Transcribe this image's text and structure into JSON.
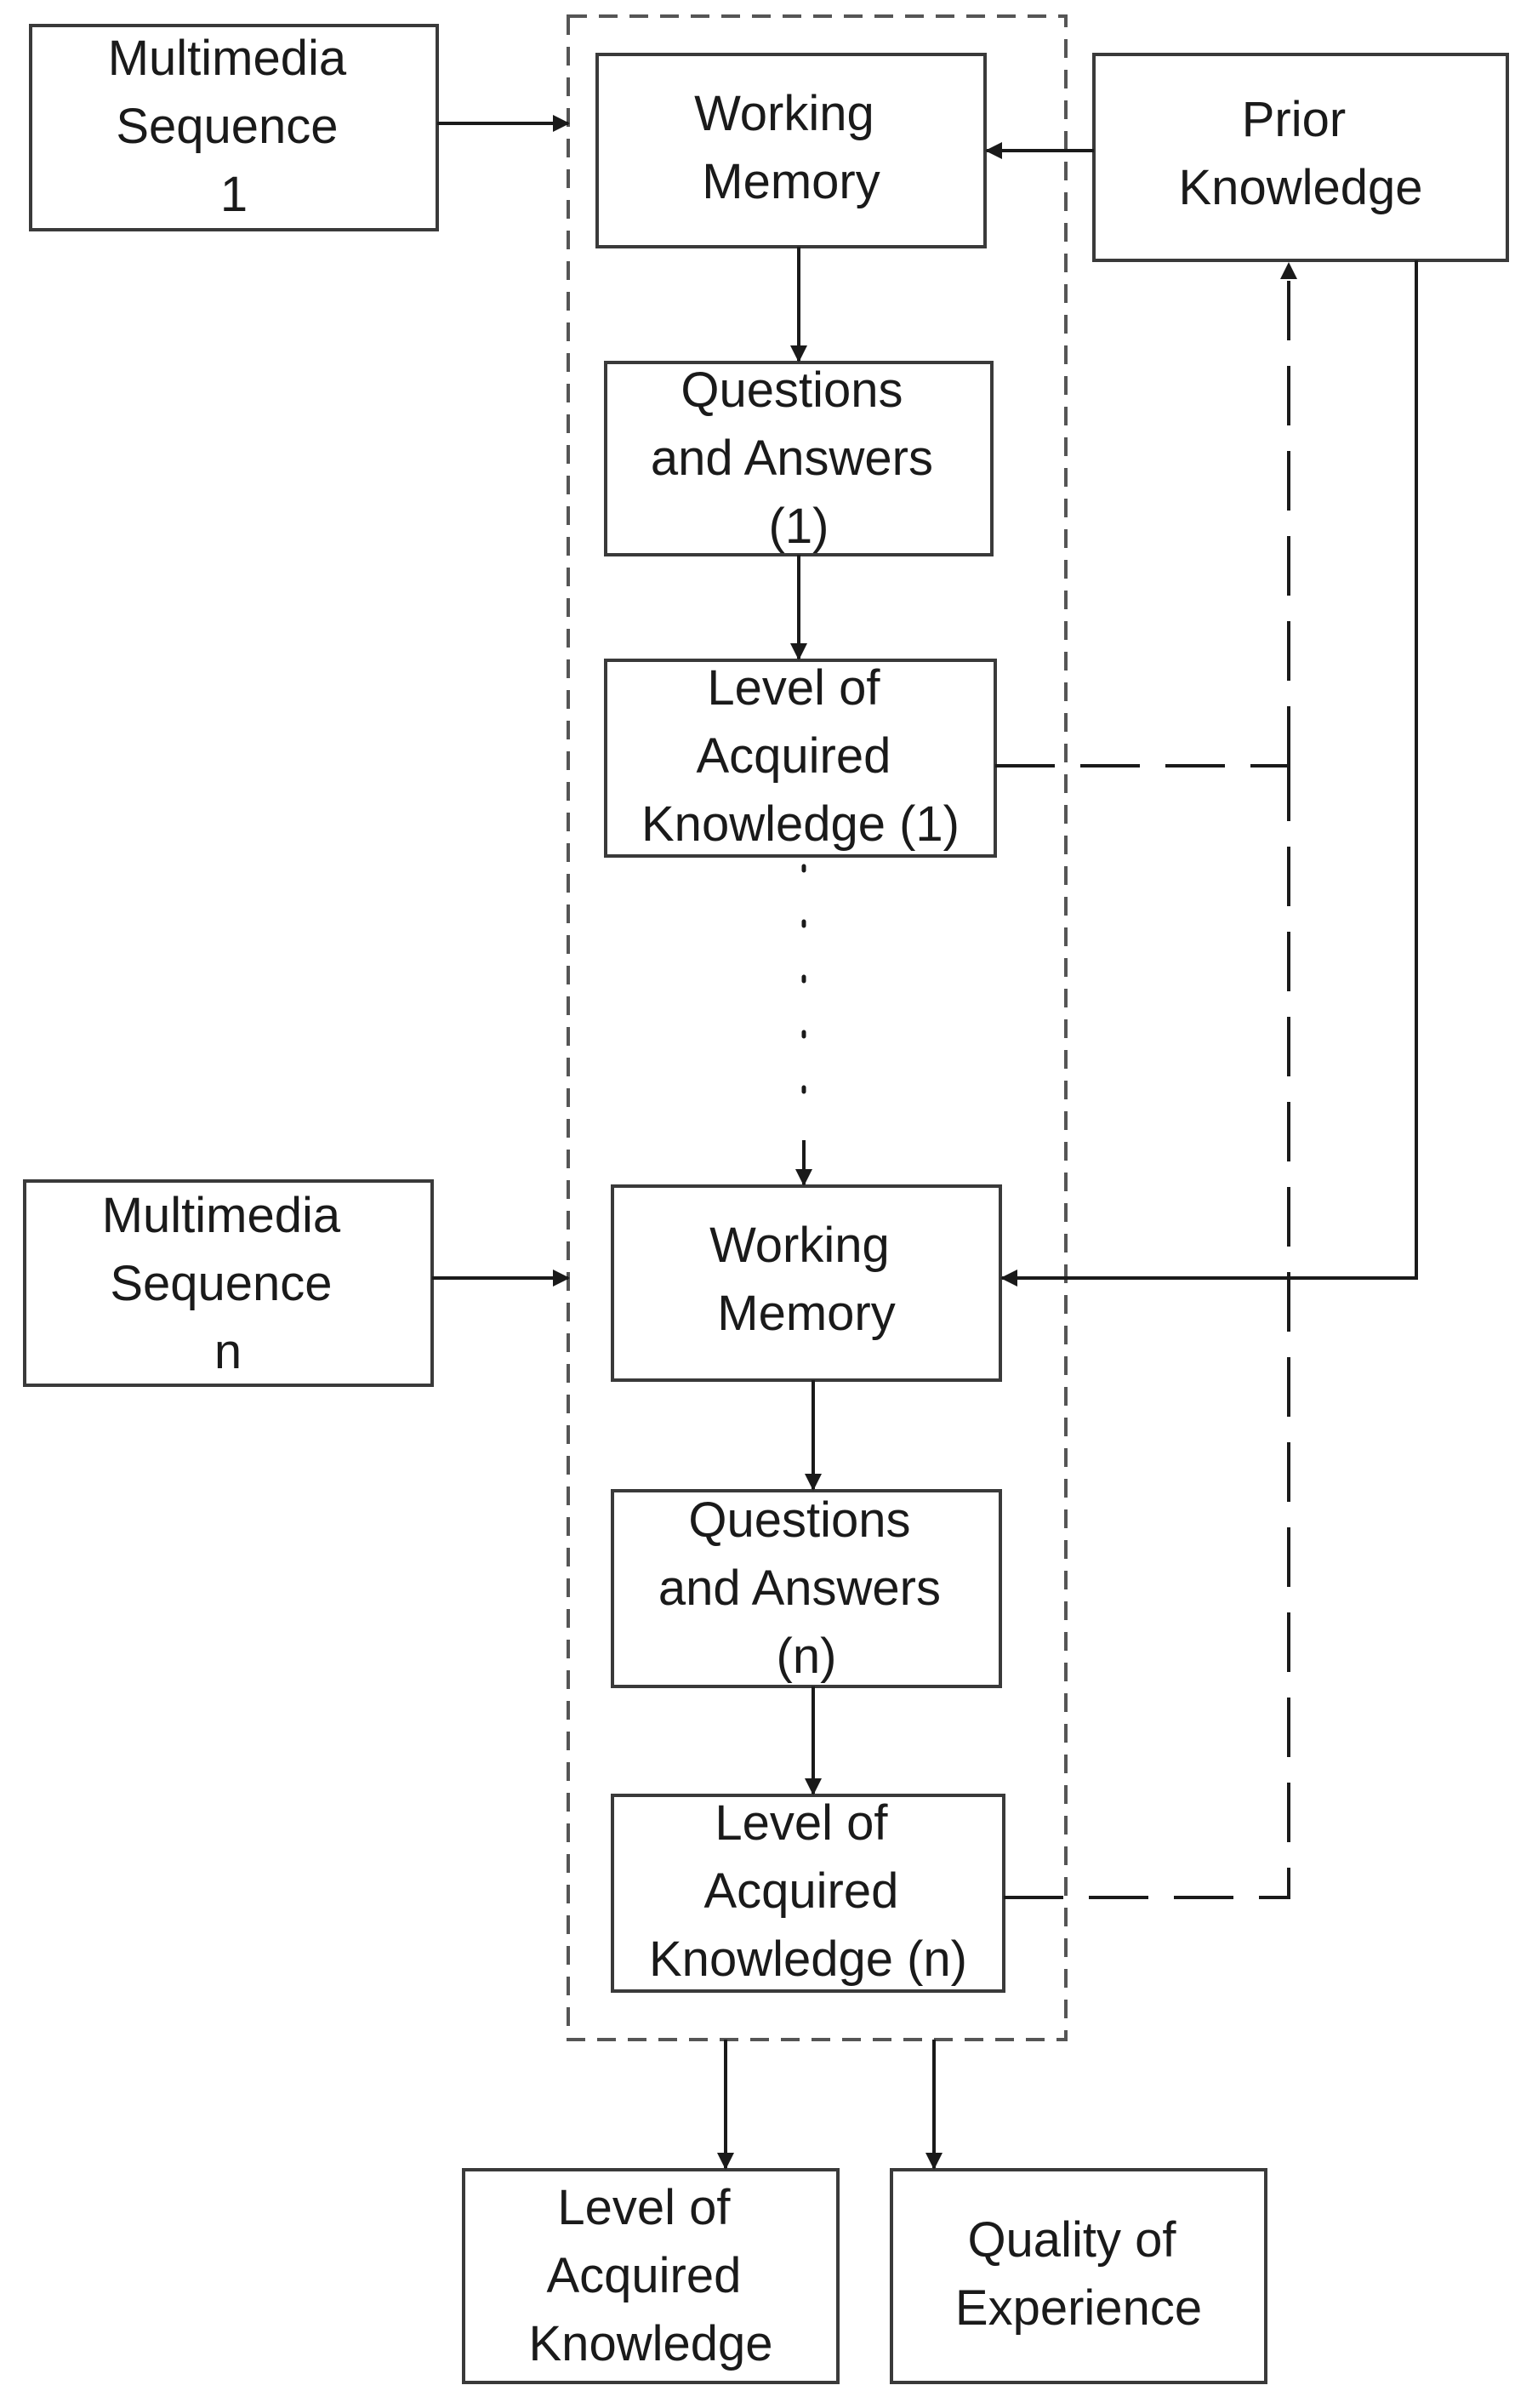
{
  "nodes": {
    "multimedia_seq_1": [
      "Multimedia",
      "Sequence",
      "1"
    ],
    "working_memory_1": [
      "Working",
      "Memory"
    ],
    "prior_knowledge": [
      "Prior",
      "Knowledge"
    ],
    "qa_1": [
      "Questions",
      "and Answers",
      "(1)"
    ],
    "lak_1": [
      "Level of",
      "Acquired",
      "Knowledge (1)"
    ],
    "multimedia_seq_n": [
      "Multimedia",
      "Sequence",
      "n"
    ],
    "working_memory_n": [
      "Working",
      "Memory"
    ],
    "qa_n": [
      "Questions",
      "and Answers",
      "(n)"
    ],
    "lak_n": [
      "Level of",
      "Acquired",
      "Knowledge (n)"
    ],
    "lak_final": [
      "Level of",
      "Acquired",
      "Knowledge"
    ],
    "qoe": [
      "Quality of",
      "Experience"
    ]
  },
  "colors": {
    "stroke": "#3a3a3a",
    "text": "#1a1a1a",
    "background": "#ffffff"
  }
}
